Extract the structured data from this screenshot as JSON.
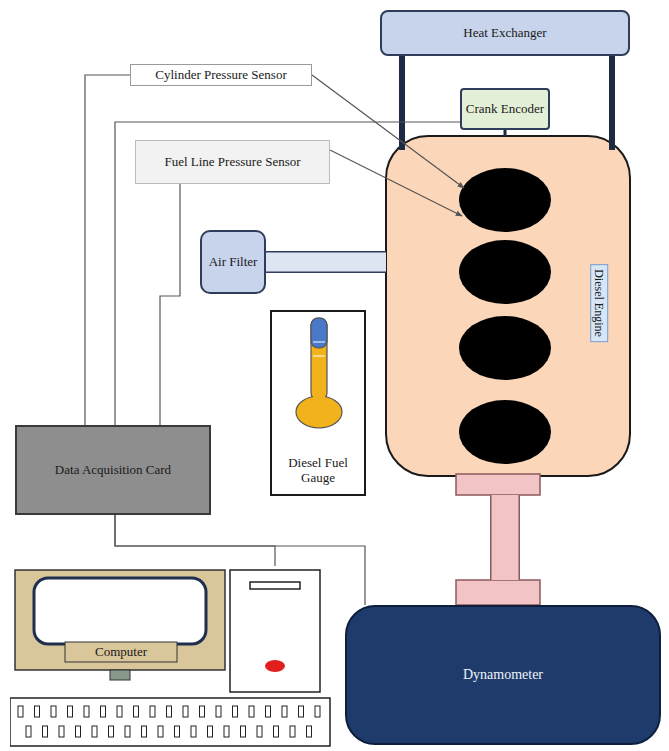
{
  "diagram": {
    "nodes": [
      {
        "text": [
          "Heat Exchanger"
        ]
      },
      {
        "text": [
          "Cylinder Pressure Sensor"
        ]
      },
      {
        "text": [
          "Crank Encoder"
        ]
      },
      {
        "text": [
          "Fuel Line Pressure Sensor"
        ]
      },
      {
        "text": [
          "Diesel Engine"
        ]
      },
      {
        "text": [
          "Air Filter"
        ]
      },
      {
        "text": [
          "Diesel Fuel Gauge"
        ]
      },
      {
        "text": [
          "Data Acquisition Card"
        ]
      },
      {
        "text": [
          "Computer"
        ]
      },
      {
        "text": [
          "Dynamometer"
        ]
      }
    ],
    "edges": [
      {
        "from": 0,
        "to": 4,
        "arrow": "none"
      },
      {
        "from": 0,
        "to": 4,
        "arrow": "none"
      },
      {
        "from": 2,
        "to": 4,
        "arrow": "none"
      },
      {
        "from": 1,
        "to": 4,
        "arrow": "to"
      },
      {
        "from": 3,
        "to": 4,
        "arrow": "to"
      },
      {
        "from": 1,
        "to": 7,
        "arrow": "none"
      },
      {
        "from": 2,
        "to": 7,
        "arrow": "none"
      },
      {
        "from": 3,
        "to": 7,
        "arrow": "none"
      },
      {
        "from": 5,
        "to": 4,
        "arrow": "none"
      },
      {
        "from": 7,
        "to": 8,
        "arrow": "none"
      },
      {
        "from": 7,
        "to": 9,
        "arrow": "none"
      },
      {
        "from": 4,
        "to": 9,
        "arrow": "none"
      }
    ]
  }
}
